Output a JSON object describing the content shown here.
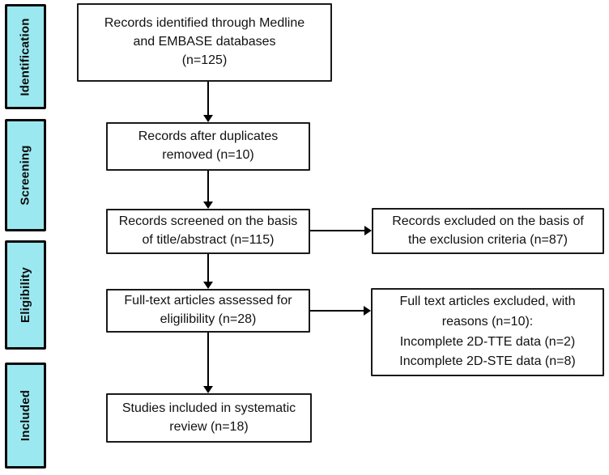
{
  "diagram": {
    "type": "prisma-flow",
    "colors": {
      "stage_fill": "#9BE8F0",
      "box_fill": "#FFFFFF",
      "line": "#000000",
      "background": "#FFFFFF"
    },
    "stages": [
      {
        "label": "Identification"
      },
      {
        "label": "Screening"
      },
      {
        "label": "Eligibility"
      },
      {
        "label": "Included"
      }
    ],
    "boxes": {
      "identified": {
        "text": "Records identified through Medline\nand EMBASE databases\n(n=125)"
      },
      "duplicates": {
        "text": "Records after duplicates\nremoved (n=10)"
      },
      "screened": {
        "text": "Records screened on the basis\nof title/abstract (n=115)"
      },
      "fulltext": {
        "text": "Full-text articles assessed for\neligilibility (n=28)"
      },
      "included": {
        "text": "Studies included in systematic\nreview (n=18)"
      },
      "excluded_screening": {
        "text": "Records excluded on the basis of\nthe exclusion criteria (n=87)"
      },
      "excluded_fulltext": {
        "text": "Full text articles excluded, with\nreasons (n=10):\nIncomplete 2D-TTE data (n=2)\nIncomplete 2D-STE data (n=8)"
      }
    }
  }
}
